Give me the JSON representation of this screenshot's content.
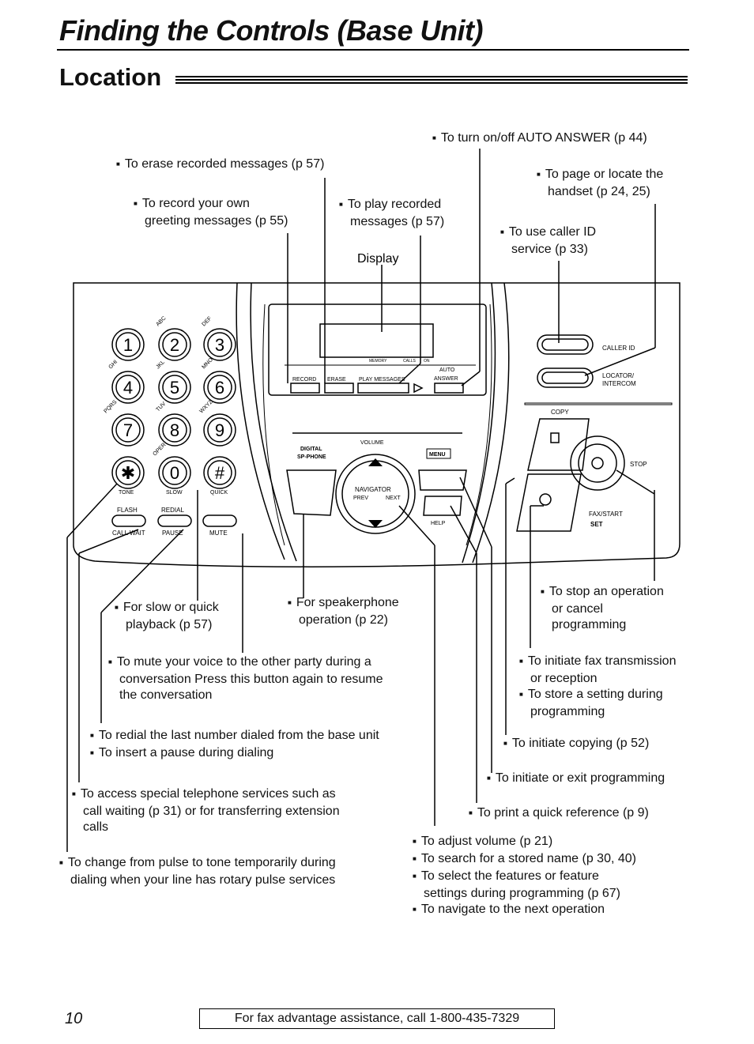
{
  "page": {
    "title": "Finding the Controls (Base Unit)",
    "section": "Location",
    "page_number": "10",
    "footer": "For fax advantage assistance, call 1-800-435-7329"
  },
  "device": {
    "display_label": "Display",
    "keypad": [
      "1",
      "2",
      "3",
      "4",
      "5",
      "6",
      "7",
      "8",
      "9",
      "✱",
      "0",
      "#"
    ],
    "key_letters": [
      "ABC",
      "DEF",
      "GHI",
      "JKL",
      "MNO",
      "PQRS",
      "TUV",
      "WXYZ",
      "OPER"
    ],
    "tone": "TONE",
    "slow": "SLOW",
    "quick": "QUICK",
    "flash": "FLASH",
    "redial": "REDIAL",
    "call_wait": "CALL WAIT",
    "pause": "PAUSE",
    "mute": "MUTE",
    "record": "RECORD",
    "erase": "ERASE",
    "play_messages": "PLAY MESSAGES",
    "memory": "MEMORY",
    "calls": "CALLS",
    "on": "ON",
    "auto": "AUTO",
    "answer": "ANSWER",
    "digital": "DIGITAL",
    "sp_phone": "SP-PHONE",
    "volume": "VOLUME",
    "menu": "MENU",
    "navigator": "NAVIGATOR",
    "prev": "PREV",
    "next": "NEXT",
    "help": "HELP",
    "caller_id": "CALLER ID",
    "locator": "LOCATOR/",
    "intercom": "INTERCOM",
    "copy": "COPY",
    "stop": "STOP",
    "fax_start": "FAX/START",
    "set": "SET"
  },
  "labels": {
    "auto_answer": "To turn on/off AUTO ANSWER (p  44)",
    "erase": "To erase recorded messages (p  57)",
    "page_locate_1": "To page or locate the",
    "page_locate_2": "handset (p  24, 25)",
    "record_1": "To record your own",
    "record_2": "greeting messages (p  55)",
    "play_1": "To play recorded",
    "play_2": "messages (p  57)",
    "caller_id_1": "To use caller ID",
    "caller_id_2": "service (p  33)",
    "slow_1": "For slow or quick",
    "slow_2": "playback (p  57)",
    "speaker_1": "For speakerphone",
    "speaker_2": "operation (p  22)",
    "stop_1": "To stop an operation",
    "stop_2": "or cancel",
    "stop_3": "programming",
    "mute_1": "To mute your voice to the other party during a",
    "mute_2": "conversation  Press this button again to resume",
    "mute_3": "the conversation",
    "fax_1": "To initiate fax transmission",
    "fax_2": "or reception",
    "fax_3": "To store a setting during",
    "fax_4": "programming",
    "redial_1": "To redial the last number dialed from the base unit",
    "redial_2": "To insert a pause during dialing",
    "copy_1": "To initiate copying (p  52)",
    "menu_1": "To initiate or exit programming",
    "flash_1": "To access special telephone services such as",
    "flash_2": "call waiting (p  31) or for transferring extension",
    "flash_3": "calls",
    "help_1": "To print a quick reference (p  9)",
    "nav_1": "To adjust volume (p  21)",
    "nav_2": "To search for a stored name (p  30, 40)",
    "nav_3": "To select the features or feature",
    "nav_4": "settings during programming (p  67)",
    "nav_5": "To navigate to the next operation",
    "tone_1": "To change from pulse to tone temporarily during",
    "tone_2": "dialing when your line has rotary pulse services"
  }
}
